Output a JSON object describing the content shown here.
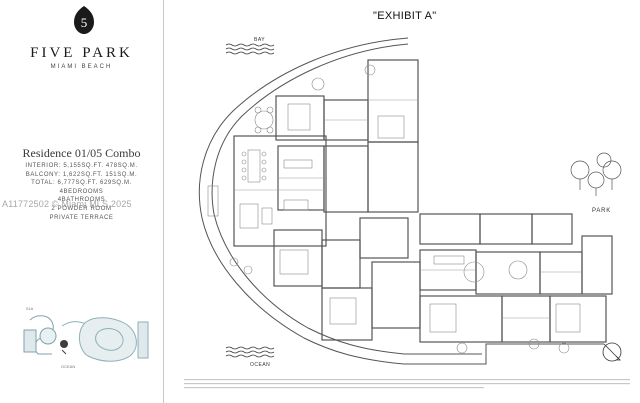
{
  "brand": {
    "logo_digit": "5",
    "name": "FIVE PARK",
    "location": "MIAMI BEACH"
  },
  "residence": {
    "title": "Residence 01/05 Combo",
    "specs": [
      "INTERIOR: 5,155SQ.FT. 478SQ.M.",
      "BALCONY: 1,622SQ.FT. 151SQ.M.",
      "TOTAL: 6,777SQ.FT. 629SQ.M.",
      "4BEDROOMS",
      "4BATHROOMS",
      "2 POWDER ROOM",
      "PRIVATE TERRACE"
    ]
  },
  "watermark": "A11772502 © Miami MLS 2025",
  "exhibit": "\"EXHIBIT A\"",
  "orientation": {
    "bay": "BAY",
    "ocean": "OCEAN",
    "park": "PARK"
  },
  "keyplan": {
    "label_north": "01A",
    "label_ocean": "OCEAN"
  },
  "colors": {
    "wall": "#555555",
    "furniture": "#8a8a8a",
    "water": "#333333",
    "line": "#c8c8c8"
  }
}
